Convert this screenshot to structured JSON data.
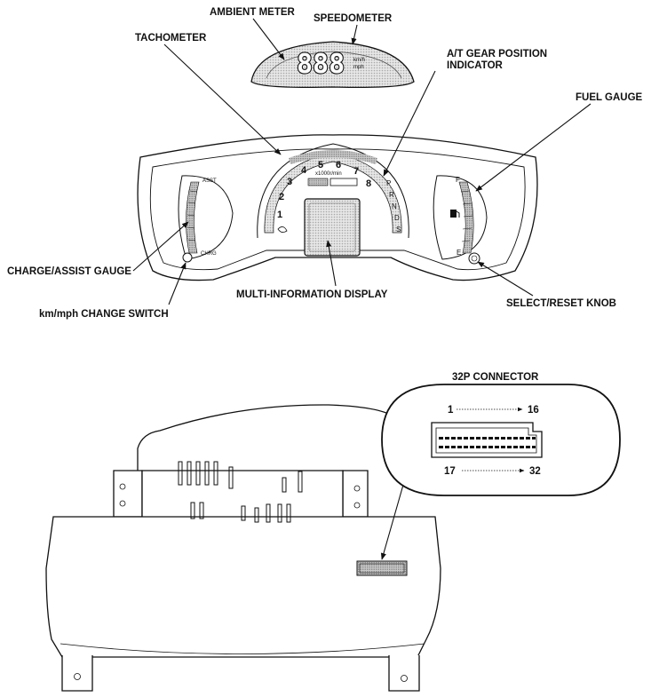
{
  "labels": {
    "ambient_meter": "AMBIENT METER",
    "speedometer": "SPEEDOMETER",
    "tachometer": "TACHOMETER",
    "at_gear_position_line1": "A/T GEAR POSITION",
    "at_gear_position_line2": "INDICATOR",
    "fuel_gauge": "FUEL GAUGE",
    "charge_assist_gauge": "CHARGE/ASSIST GAUGE",
    "multi_information_display": "MULTI-INFORMATION DISPLAY",
    "select_reset_knob": "SELECT/RESET KNOB",
    "km_mph_change_switch": "km/mph CHANGE SWITCH",
    "connector_title": "32P CONNECTOR"
  },
  "speed_display": {
    "digits": "888",
    "unit_top": "km/h",
    "unit_bottom": "mph"
  },
  "gauge_marks": {
    "assist": "ASST",
    "charge": "CHRG",
    "fuel_full": "F",
    "fuel_empty": "E",
    "tach_unit": "x1000r/min"
  },
  "tach_numbers": [
    "1",
    "2",
    "3",
    "4",
    "5",
    "6",
    "7",
    "8"
  ],
  "gear_letters": [
    "P",
    "R",
    "N",
    "D",
    "S"
  ],
  "connector_pins": {
    "top_start": "1",
    "top_end": "16",
    "bottom_start": "17",
    "bottom_end": "32"
  }
}
